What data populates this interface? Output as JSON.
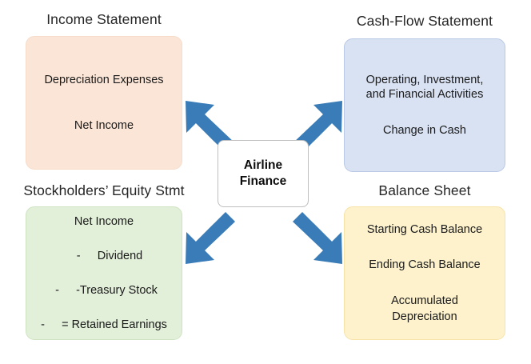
{
  "diagram": {
    "title_hub": {
      "line1": "Airline",
      "line2": "Finance"
    },
    "accent_arrow_color": "#3a7cb8",
    "quadrants": [
      {
        "id": "income-statement",
        "heading": "Income Statement",
        "fill": "#FBE5D6",
        "items": [
          "Depreciation Expenses",
          "Net Income"
        ]
      },
      {
        "id": "cash-flow-statement",
        "heading": "Cash-Flow Statement",
        "fill": "#D9E2F3",
        "items": [
          "Operating, Investment,",
          "and Financial Activities",
          "Change in Cash"
        ]
      },
      {
        "id": "stockholders-equity-statement",
        "heading": "Stockholders’ Equity Stmt",
        "fill": "#E2EFD9",
        "items": [
          "Net Income",
          "Dividend",
          "-Treasury Stock",
          "= Retained Earnings"
        ],
        "item_prefixes": [
          "",
          "-",
          "-",
          "-"
        ]
      },
      {
        "id": "balance-sheet",
        "heading": "Balance Sheet",
        "fill": "#FDF2CC",
        "items": [
          "Starting Cash Balance",
          "Ending Cash Balance",
          "Accumulated",
          "Depreciation"
        ]
      }
    ]
  }
}
